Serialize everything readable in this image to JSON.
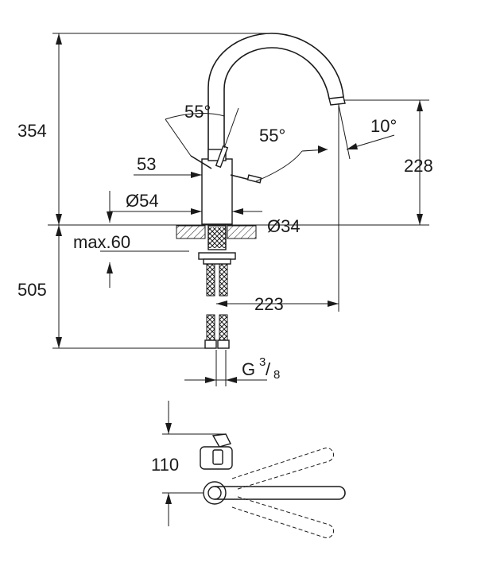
{
  "dimensions": {
    "d354": "354",
    "d505": "505",
    "d228": "228",
    "d223": "223",
    "d110": "110",
    "d53": "53",
    "dia54": "Ø54",
    "dia34": "Ø34",
    "max60": "max.60",
    "angle55a": "55°",
    "angle55b": "55°",
    "angle10": "10°",
    "thread_g": "G",
    "thread_num": "3",
    "thread_slash": "/",
    "thread_den": "8"
  }
}
